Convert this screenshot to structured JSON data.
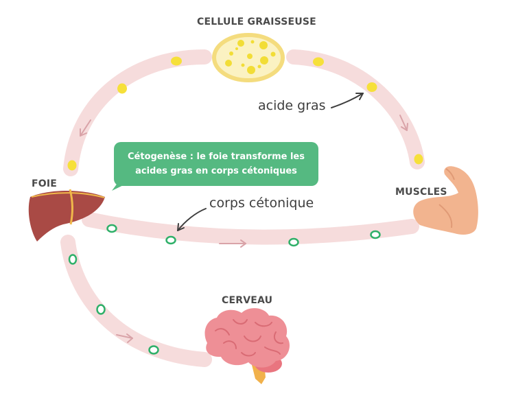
{
  "labels": {
    "fat_cell": "CELLULE GRAISSEUSE",
    "liver": "FOIE",
    "muscles": "MUSCLES",
    "brain": "CERVEAU"
  },
  "callouts": {
    "fatty_acid": "acide gras",
    "ketone_body": "corps cétonique"
  },
  "bubble": {
    "line1": "Cétogenèse : le foie transforme les",
    "line2": "acides gras en corps cétoniques"
  },
  "colors": {
    "vessel": "#f6dcdc",
    "arrow": "#d9a3a8",
    "fatty_acid": "#f6e03a",
    "ketone": "#2fb069",
    "bubble": "#55b981",
    "liver": "#a94a45",
    "muscle": "#f2b48f",
    "brain": "#ee8f96"
  },
  "icons": {
    "fat_cell": "fat-cell-icon",
    "liver": "liver-icon",
    "muscle": "flexed-arm-icon",
    "brain": "brain-icon"
  }
}
